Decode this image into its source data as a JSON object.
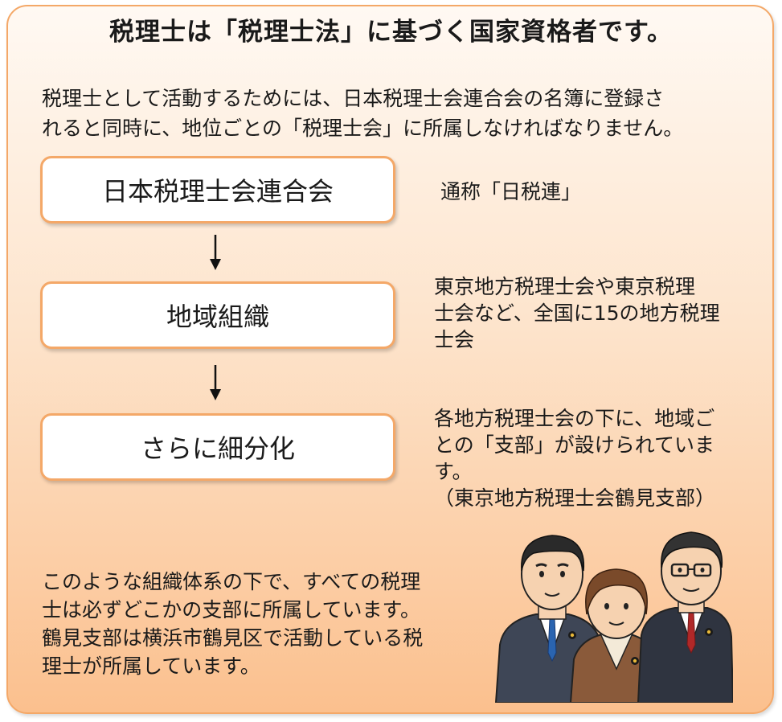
{
  "title": "税理士は「税理士法」に基づく国家資格者です。",
  "intro": {
    "lines": [
      "税理士として活動するためには、日本税理士会連合会の名簿に登録さ",
      "れると同時に、地位ごとの「税理士会」に所属しなければなりません。"
    ]
  },
  "hierarchy": [
    {
      "label": "日本税理士会連合会",
      "note_lines": [
        "通称「日税連」"
      ]
    },
    {
      "label": "地域組織",
      "note_lines": [
        "東京地方税理士会や東京税理",
        "士会など、全国に15の地方税理",
        "士会"
      ]
    },
    {
      "label": "さらに細分化",
      "note_lines": [
        "各地方税理士会の下に、地域ご",
        "との「支部」が設けられていま",
        "す。",
        "（東京地方税理士会鶴見支部）"
      ]
    }
  ],
  "summary": {
    "lines": [
      "このような組織体系の下で、すべての税理",
      "士は必ずどこかの支部に所属しています。",
      "鶴見支部は横浜市鶴見区で活動している税",
      "理士が所属しています。"
    ]
  },
  "illustration": {
    "icon": "tax-accountants-group-illustration"
  },
  "colors": {
    "border": "#f4a868",
    "background_top": "#fff9f3",
    "background_bottom": "#fbc08e",
    "box_fill": "#ffffff"
  }
}
